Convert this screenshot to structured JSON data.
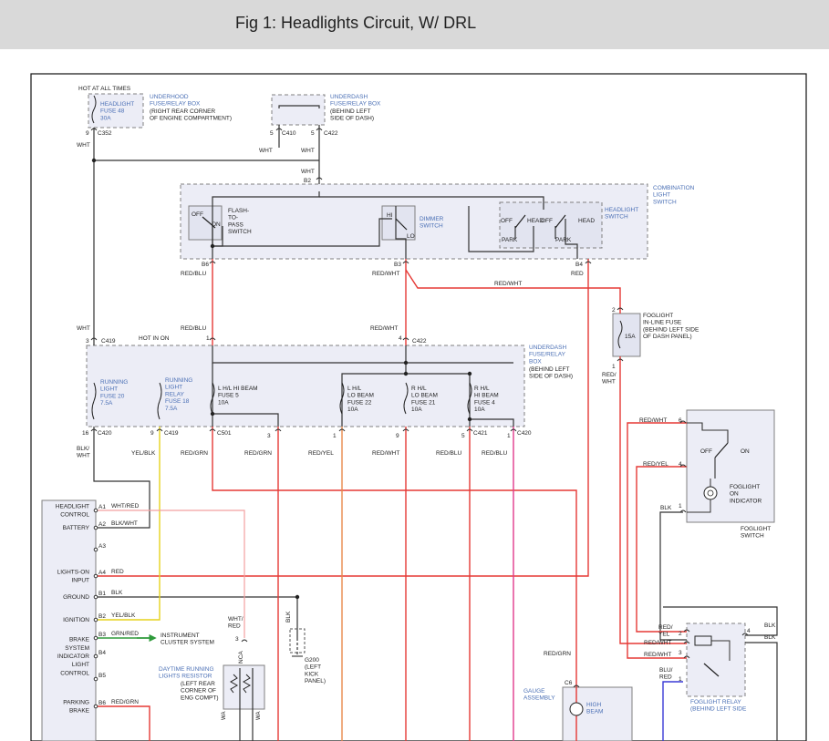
{
  "page": {
    "title": "Fig 1: Headlights Circuit, W/ DRL"
  },
  "colors": {
    "frame": "#111111",
    "wire_black": "#333333",
    "wire_red": "#e53935",
    "wire_pink": "#e23a8c",
    "wire_yellow": "#e6d21c",
    "wire_lightred": "#f2a0a0",
    "wire_orange": "#e8894a",
    "wire_green": "#2e9a3a",
    "wire_blue": "#3a3ad6",
    "box_fill": "#ecedf6",
    "box_stroke": "#808080",
    "label_blue": "#4a6fb5"
  },
  "top": {
    "hot_at_all_times": "HOT AT ALL TIMES",
    "headlight_fuse": [
      "HEADLIGHT",
      "FUSE 48",
      "30A"
    ],
    "underhood_box": [
      "UNDERHOOD",
      "FUSE/RELAY BOX"
    ],
    "underhood_desc": [
      "(RIGHT REAR CORNER",
      "OF ENGINE COMPARTMENT)"
    ],
    "underdash_box": [
      "UNDERDASH",
      "FUSE/RELAY BOX"
    ],
    "underdash_desc": [
      "(BEHIND LEFT",
      "SIDE OF DASH)"
    ],
    "pin_9": "9",
    "c352": "C352",
    "pin_5a": "5",
    "c410": "C410",
    "pin_5b": "5",
    "c422": "C422",
    "wht1": "WHT",
    "wht2": "WHT",
    "wht3": "WHT",
    "wht4": "WHT",
    "b2": "B2"
  },
  "combo": {
    "title": [
      "COMBINATION",
      "LIGHT",
      "SWITCH"
    ],
    "off": "OFF",
    "on": "ON",
    "flash": [
      "FLASH-",
      "TO-",
      "PASS",
      "SWITCH"
    ],
    "hi": "HI",
    "lo": "LO",
    "dimmer": [
      "DIMMER",
      "SWITCH"
    ],
    "hs_off1": "OFF",
    "hs_head1": "HEAD",
    "hs_off2": "OFF",
    "hs_head2": "HEAD",
    "park1": "PARK",
    "park2": "PARK",
    "headlight_switch": [
      "HEADLIGHT",
      "SWITCH"
    ],
    "b6": "B6",
    "b3": "B3",
    "b4": "B4",
    "red_blu": "RED/BLU",
    "red_wht": "RED/WHT",
    "red": "RED"
  },
  "mid": {
    "red_wht_long": "RED/WHT",
    "fog_pin2": "2",
    "fog_pin1": "1",
    "foglight_fuse": [
      "FOGLIGHT",
      "IN-LINE FUSE",
      "(BEHIND LEFT SIDE",
      "OF DASH PANEL)"
    ],
    "fuse_15a": "15A",
    "red_wht_fog": [
      "RED/",
      "WHT"
    ],
    "wht_left": "WHT",
    "red_blu_mid": "RED/BLU",
    "red_wht_mid": "RED/WHT",
    "pin_3": "3",
    "c419": "C419",
    "hot_in_on": "HOT IN ON",
    "pin_1": "1",
    "pin_4": "4",
    "c422b": "C422"
  },
  "underdash": {
    "title": [
      "UNDERDASH",
      "FUSE/RELAY",
      "BOX"
    ],
    "desc": [
      "(BEHIND LEFT",
      "SIDE OF DASH)"
    ],
    "running_fuse": [
      "RUNNING",
      "LIGHT",
      "FUSE 20",
      "7.5A"
    ],
    "running_relay": [
      "RUNNING",
      "LIGHT",
      "RELAY",
      "FUSE 18",
      "7.5A"
    ],
    "lhi_fuse": [
      "L H/L HI BEAM",
      "FUSE 5",
      "10A"
    ],
    "llo_fuse": [
      "L H/L",
      "LO BEAM",
      "FUSE 22",
      "10A"
    ],
    "rlo_fuse": [
      "R H/L",
      "LO BEAM",
      "FUSE 21",
      "10A"
    ],
    "rhi_fuse": [
      "R H/L",
      "HI BEAM",
      "FUSE 4",
      "10A"
    ],
    "p16": "16",
    "c420a": "C420",
    "p9": "9",
    "c419b": "C419",
    "c501": "C501",
    "p3": "3",
    "p1": "1",
    "p9b": "9",
    "p5": "5",
    "c421": "C421",
    "p1b": "1",
    "c420b": "C420",
    "w_blkwht": [
      "BLK/",
      "WHT"
    ],
    "w_yelblk": "YEL/BLK",
    "w_redgrn1": "RED/GRN",
    "w_redgrn2": "RED/GRN",
    "w_redyel": "RED/YEL",
    "w_redwht": "RED/WHT",
    "w_redblu1": "RED/BLU",
    "w_redblu2": "RED/BLU"
  },
  "module": {
    "rows": [
      {
        "label": [
          "HEADLIGHT",
          "CONTROL"
        ],
        "pin": "A1",
        "wire": "WHT/RED"
      },
      {
        "label": [
          "BATTERY"
        ],
        "pin": "A2",
        "wire": "BLK/WHT"
      },
      {
        "label": [],
        "pin": "A3",
        "wire": ""
      },
      {
        "label": [
          "LIGHTS-ON",
          "INPUT"
        ],
        "pin": "A4",
        "wire": "RED"
      },
      {
        "label": [
          "GROUND"
        ],
        "pin": "B1",
        "wire": "BLK"
      },
      {
        "label": [
          "IGNITION"
        ],
        "pin": "B2",
        "wire": "YEL/BLK"
      },
      {
        "label": [],
        "pin": "B3",
        "wire": "GRN/RED"
      },
      {
        "label": [
          "BRAKE",
          "SYSTEM",
          "INDICATOR",
          "LIGHT",
          "CONTROL"
        ],
        "pin": "B4",
        "wire": ""
      },
      {
        "label": [],
        "pin": "B5",
        "wire": ""
      },
      {
        "label": [
          "PARKING",
          "BRAKE"
        ],
        "pin": "B6",
        "wire": "RED/GRN"
      }
    ],
    "instrument": [
      "INSTRUMENT",
      "CLUSTER SYSTEM"
    ]
  },
  "lower": {
    "wht_red": [
      "WHT/",
      "RED"
    ],
    "pin3": "3",
    "nca": "NCA",
    "drl_resistor": [
      "DAYTIME RUNNING",
      "LIGHTS RESISTOR"
    ],
    "drl_desc": [
      "(LEFT REAR",
      "CORNER OF",
      "ENG COMPT)"
    ],
    "blk": "BLK",
    "g200": [
      "G200",
      "(LEFT",
      "KICK",
      "PANEL)"
    ],
    "red_grn_right": "RED/GRN",
    "c6": "C6",
    "gauge": [
      "GAUGE",
      "ASSEMBLY"
    ],
    "high_beam": [
      "HIGH",
      "BEAM"
    ],
    "wa1": "WA",
    "wa2": "WA"
  },
  "fogswitch": {
    "pin6": "6",
    "pin4": "4",
    "pin1": "1",
    "red_wht": "RED/WHT",
    "red_yel": "RED/YEL",
    "blk": "BLK",
    "off": "OFF",
    "on": "ON",
    "indicator": [
      "FOGLIGHT",
      "ON",
      "INDICATOR"
    ],
    "title": [
      "FOGLIGHT",
      "SWITCH"
    ]
  },
  "fogrelay": {
    "pin2": "2",
    "pin3": "3",
    "pin1": "1",
    "pin4": "4",
    "red_yel": [
      "RED/",
      "YEL"
    ],
    "red_wht1": "RED/WHT",
    "red_wht2": "RED/WHT",
    "blu_red": [
      "BLU/",
      "RED"
    ],
    "blk1": "BLK",
    "blk2": "BLK",
    "title": [
      "FOGLIGHT RELAY",
      "(BEHIND LEFT SIDE"
    ]
  }
}
